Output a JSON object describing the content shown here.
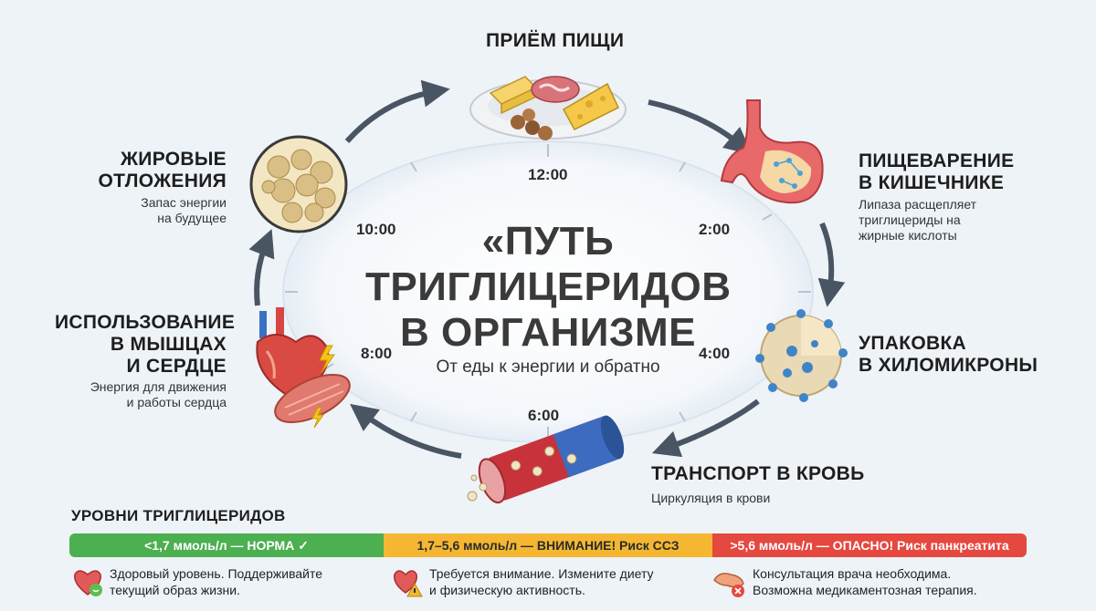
{
  "title": {
    "line1": "«ПУТЬ",
    "line2": "ТРИГЛИЦЕРИДОВ",
    "line3": "В ОРГАНИЗМЕ",
    "subtitle": "От еды к энергии и обратно"
  },
  "clock": {
    "t12": "12:00",
    "t2": "2:00",
    "t4": "4:00",
    "t6": "6:00",
    "t8": "8:00",
    "t10": "10:00"
  },
  "stages": {
    "intake": {
      "title": "ПРИЁМ ПИЩИ"
    },
    "digestion": {
      "title1": "ПИЩЕВАРЕНИЕ",
      "title2": "В КИШЕЧНИКЕ",
      "desc1": "Липаза расщепляет",
      "desc2": "триглицериды на",
      "desc3": "жирные кислоты"
    },
    "packaging": {
      "title1": "УПАКОВКА",
      "title2": "В ХИЛОМИКРОНЫ"
    },
    "transport": {
      "title": "ТРАНСПОРТ В КРОВЬ",
      "desc": "Циркуляция в крови"
    },
    "usage": {
      "title1": "ИСПОЛЬЗОВАНИЕ",
      "title2": "В МЫШЦАХ",
      "title3": "И СЕРДЦЕ",
      "desc1": "Энергия для движения",
      "desc2": "и работы сердца"
    },
    "storage": {
      "title1": "ЖИРОВЫЕ",
      "title2": "ОТЛОЖЕНИЯ",
      "desc1": "Запас энергии",
      "desc2": "на будущее"
    }
  },
  "levels": {
    "heading": "УРОВНИ ТРИГЛИЦЕРИДОВ",
    "normal": {
      "label": "<1,7 ммоль/л — НОРМА ✓",
      "note1": "Здоровый уровень. Поддерживайте",
      "note2": "текущий образ жизни.",
      "color": "#4caf50"
    },
    "warning": {
      "label": "1,7–5,6 ммоль/л — ВНИМАНИЕ! Риск ССЗ",
      "note1": "Требуется внимание. Измените диету",
      "note2": "и физическую активность.",
      "color": "#f5b731"
    },
    "danger": {
      "label": ">5,6 ммоль/л — ОПАСНО! Риск панкреатита",
      "note1": "Консультация врача необходима.",
      "note2": "Возможна медикаментозная терапия.",
      "color": "#e5483f"
    }
  },
  "icons": {
    "food": "food-plate-icon",
    "stomach": "stomach-icon",
    "chylomicron": "chylomicron-icon",
    "vessel": "blood-vessel-icon",
    "heart_muscle": "heart-muscle-icon",
    "fat_cell": "fat-cell-icon"
  }
}
